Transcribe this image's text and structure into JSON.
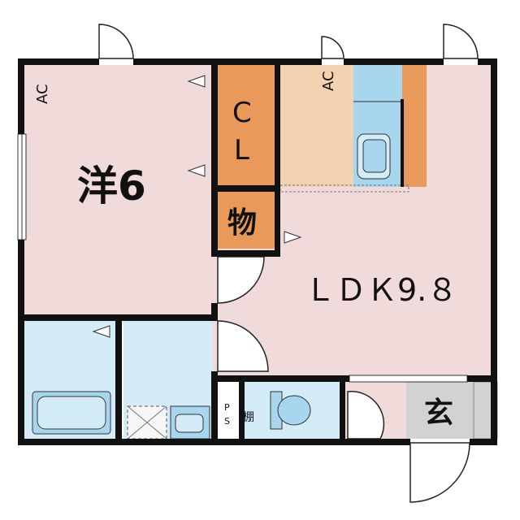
{
  "rooms": {
    "western": {
      "name": "洋6"
    },
    "closet": {
      "line1": "C",
      "line2": "L"
    },
    "storage": {
      "name": "物"
    },
    "ldk": {
      "name": "ＬＤＫ9.８"
    },
    "entrance": {
      "name": "玄"
    }
  },
  "labels": {
    "ac_western": "AC",
    "ac_kitchen": "AC",
    "ps": "P\nS",
    "ps_top": "P",
    "ps_bottom": "S",
    "shelf": "棚"
  },
  "colors": {
    "wall": "#111111",
    "room_pink": "#f1dada",
    "kitchen_tan": "#f2d2b0",
    "storage_orange": "#e9995a",
    "wet_blue": "#d4ecf7",
    "fixture_blue": "#a9d6ef",
    "entrance_gray": "#d2d2d2"
  }
}
